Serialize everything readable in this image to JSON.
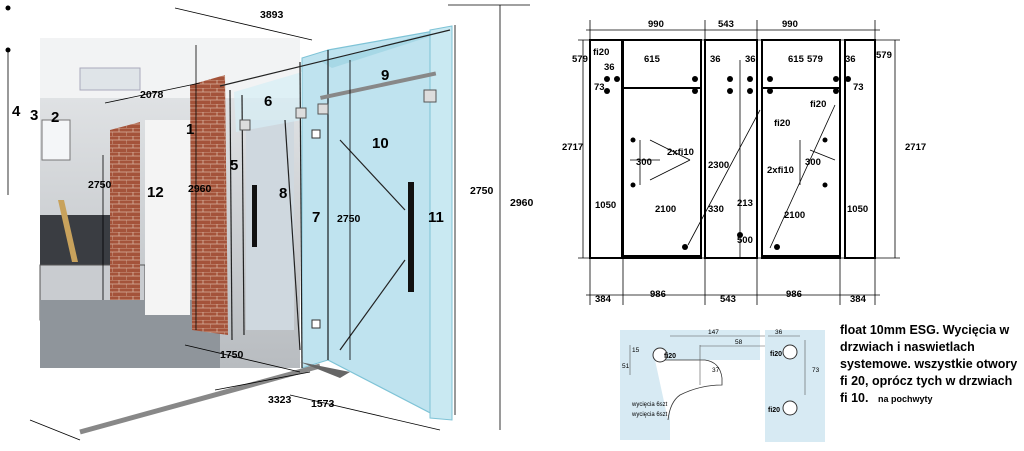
{
  "perspective_view": {
    "part_numbers": [
      "1",
      "2",
      "3",
      "4",
      "5",
      "6",
      "7",
      "8",
      "9",
      "10",
      "11",
      "12"
    ],
    "dimensions": {
      "top_width": "3893",
      "left_width": "2078",
      "left_panel_height": "2750",
      "room_height": "2960",
      "door_height": "2750",
      "right_height_inner": "2750",
      "right_height_outer": "2960",
      "bottom_left": "1750",
      "bottom_total": "3323",
      "bottom_right": "1573"
    }
  },
  "elevation_view": {
    "top": {
      "left": "990",
      "middle": "543",
      "right": "990"
    },
    "inner_top": {
      "left_615": "615",
      "mid_36a": "36",
      "mid_36b": "36",
      "right_615": "615",
      "right_579": "579"
    },
    "left_side": {
      "579": "579",
      "36": "36",
      "73": "73",
      "height": "2717",
      "fi20": "fi20",
      "1050": "1050"
    },
    "right_side": {
      "579": "579",
      "36": "36",
      "73": "73",
      "height": "2717",
      "fi20": "fi20",
      "1050": "1050"
    },
    "center": {
      "2300": "2300",
      "330": "330",
      "213": "213",
      "500": "500",
      "fi20": "fi20"
    },
    "door_left": {
      "holes": "2xfi10",
      "spacing": "300",
      "height": "2100"
    },
    "door_right": {
      "holes": "2xfi10",
      "spacing": "300",
      "height": "2100"
    },
    "bottom": {
      "a": "384",
      "b": "986",
      "c": "543",
      "d": "986",
      "e": "384"
    }
  },
  "cutout_detail": {
    "dims": {
      "147": "147",
      "58": "58",
      "36": "36",
      "15a": "15",
      "51": "51",
      "37": "37",
      "73": "73",
      "fi20_a": "fi20",
      "fi20_b": "fi20",
      "fi20_c": "fi20"
    },
    "legend_1": "wycięcia 6szt",
    "legend_2": "wycięcia 6szt"
  },
  "note": {
    "text": "float 10mm ESG. Wycięcia w drzwiach i naswietlach systemowe. wszystkie otwory fi 20, oprócz tych w drzwiach fi 10.",
    "small": "na pochwyty"
  },
  "colors": {
    "glass": "#bfe3ef",
    "glass_edge": "#7ec3d6",
    "brick": "#9a4a30",
    "line": "#000000",
    "red_text": "#e0302a"
  }
}
